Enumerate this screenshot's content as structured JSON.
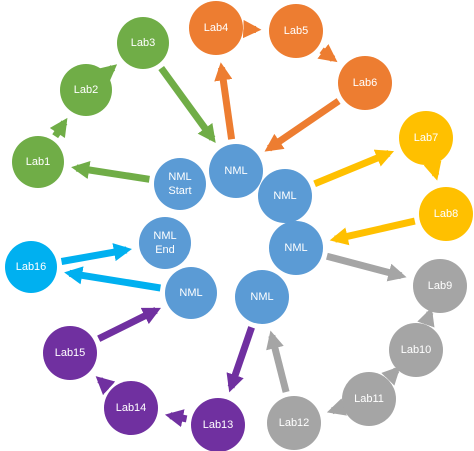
{
  "colors": {
    "green": "#70AD47",
    "orange": "#ED7D31",
    "yellow": "#FFC000",
    "blue": "#5B9BD5",
    "cyan": "#00B0F0",
    "purple": "#7030A0",
    "gray": "#A5A5A5"
  },
  "nodes": [
    {
      "id": "lab1",
      "label": "Lab1",
      "color": "green"
    },
    {
      "id": "lab2",
      "label": "Lab2",
      "color": "green"
    },
    {
      "id": "lab3",
      "label": "Lab3",
      "color": "green"
    },
    {
      "id": "lab4",
      "label": "Lab4",
      "color": "orange"
    },
    {
      "id": "lab5",
      "label": "Lab5",
      "color": "orange"
    },
    {
      "id": "lab6",
      "label": "Lab6",
      "color": "orange"
    },
    {
      "id": "lab7",
      "label": "Lab7",
      "color": "yellow"
    },
    {
      "id": "lab8",
      "label": "Lab8",
      "color": "yellow"
    },
    {
      "id": "lab9",
      "label": "Lab9",
      "color": "gray"
    },
    {
      "id": "lab10",
      "label": "Lab10",
      "color": "gray"
    },
    {
      "id": "lab11",
      "label": "Lab11",
      "color": "gray"
    },
    {
      "id": "lab12",
      "label": "Lab12",
      "color": "gray"
    },
    {
      "id": "lab13",
      "label": "Lab13",
      "color": "purple"
    },
    {
      "id": "lab14",
      "label": "Lab14",
      "color": "purple"
    },
    {
      "id": "lab15",
      "label": "Lab15",
      "color": "purple"
    },
    {
      "id": "lab16",
      "label": "Lab16",
      "color": "cyan"
    },
    {
      "id": "nml-start",
      "label": "NML\nStart",
      "color": "blue"
    },
    {
      "id": "nml-top",
      "label": "NML",
      "color": "blue"
    },
    {
      "id": "nml-right-1",
      "label": "NML",
      "color": "blue"
    },
    {
      "id": "nml-right-2",
      "label": "NML",
      "color": "blue"
    },
    {
      "id": "nml-end",
      "label": "NML\nEnd",
      "color": "blue"
    },
    {
      "id": "nml-left",
      "label": "NML",
      "color": "blue"
    },
    {
      "id": "nml-bottom",
      "label": "NML",
      "color": "blue"
    }
  ],
  "edges": [
    {
      "from": "nml-start",
      "to": "lab1",
      "color": "green"
    },
    {
      "from": "lab1",
      "to": "lab2",
      "color": "green"
    },
    {
      "from": "lab2",
      "to": "lab3",
      "color": "green"
    },
    {
      "from": "lab3",
      "to": "nml-top",
      "color": "green"
    },
    {
      "from": "nml-top",
      "to": "lab4",
      "color": "orange"
    },
    {
      "from": "lab4",
      "to": "lab5",
      "color": "orange"
    },
    {
      "from": "lab5",
      "to": "lab6",
      "color": "orange"
    },
    {
      "from": "lab6",
      "to": "nml-top",
      "color": "orange"
    },
    {
      "from": "nml-right-1",
      "to": "lab7",
      "color": "yellow"
    },
    {
      "from": "lab7",
      "to": "lab8",
      "color": "yellow"
    },
    {
      "from": "lab8",
      "to": "nml-right-2",
      "color": "yellow"
    },
    {
      "from": "nml-right-2",
      "to": "lab9",
      "color": "gray"
    },
    {
      "from": "lab9",
      "to": "lab10",
      "color": "gray"
    },
    {
      "from": "lab10",
      "to": "lab11",
      "color": "gray"
    },
    {
      "from": "lab11",
      "to": "lab12",
      "color": "gray"
    },
    {
      "from": "lab12",
      "to": "nml-bottom",
      "color": "gray"
    },
    {
      "from": "nml-bottom",
      "to": "lab13",
      "color": "purple"
    },
    {
      "from": "lab13",
      "to": "lab14",
      "color": "purple"
    },
    {
      "from": "lab14",
      "to": "lab15",
      "color": "purple"
    },
    {
      "from": "lab15",
      "to": "nml-left",
      "color": "purple"
    },
    {
      "from": "nml-left",
      "to": "lab16",
      "color": "cyan"
    },
    {
      "from": "lab16",
      "to": "nml-end",
      "color": "cyan"
    }
  ]
}
